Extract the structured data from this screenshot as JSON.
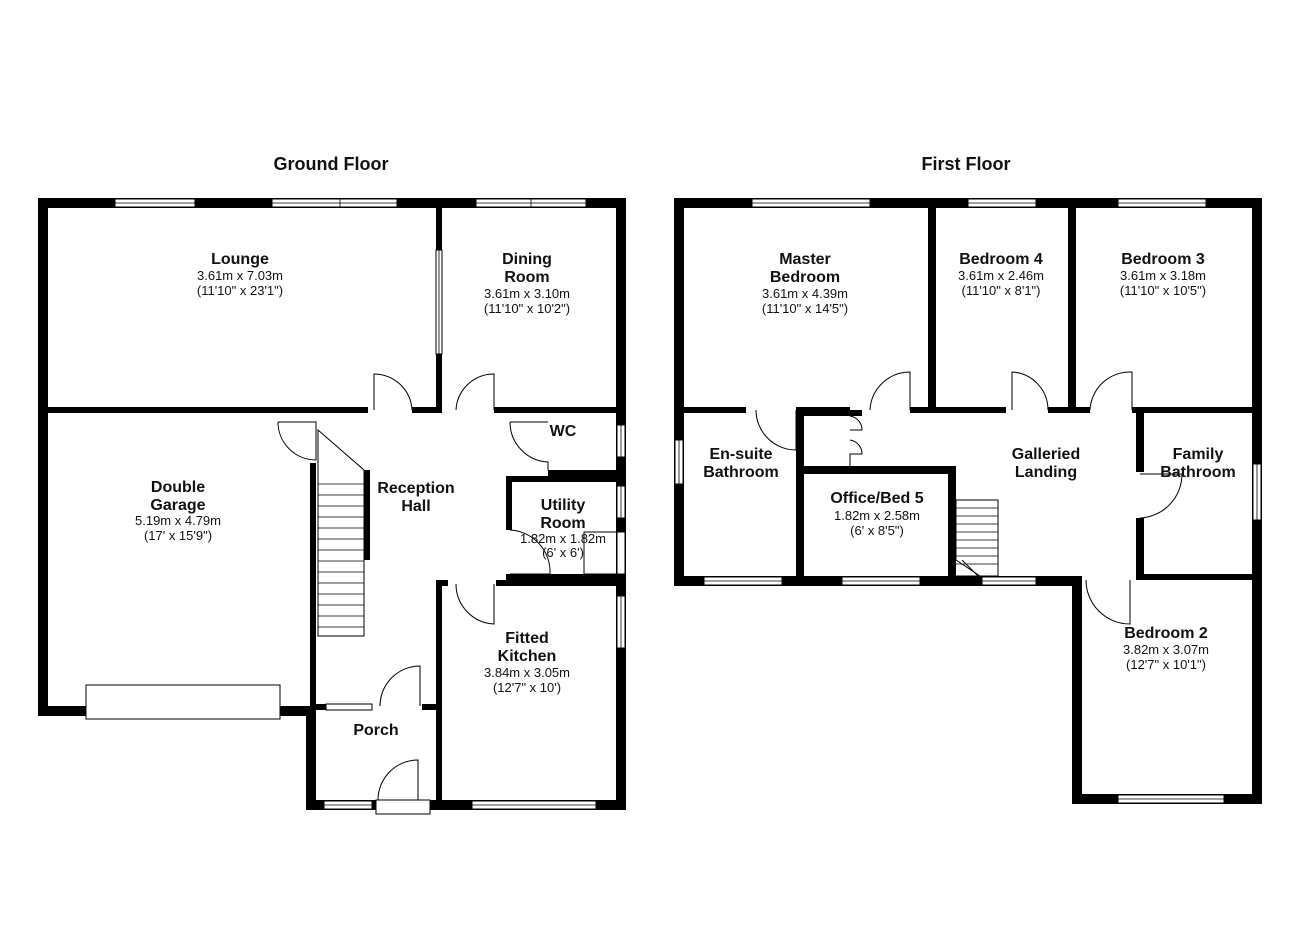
{
  "floors": {
    "ground": {
      "title": "Ground Floor",
      "rooms": {
        "lounge": {
          "name": [
            "Lounge"
          ],
          "metric": "3.61m x 7.03m",
          "imperial": "(11'10\" x 23'1\")"
        },
        "dining": {
          "name": [
            "Dining",
            "Room"
          ],
          "metric": "3.61m x 3.10m",
          "imperial": "(11'10\" x 10'2\")"
        },
        "wc": {
          "name": [
            "WC"
          ]
        },
        "reception": {
          "name": [
            "Reception",
            "Hall"
          ]
        },
        "garage": {
          "name": [
            "Double",
            "Garage"
          ],
          "metric": "5.19m x 4.79m",
          "imperial": "(17' x 15'9\")"
        },
        "utility": {
          "name": [
            "Utility",
            "Room"
          ],
          "metric": "1.82m x 1.82m",
          "imperial": "(6' x 6')"
        },
        "kitchen": {
          "name": [
            "Fitted",
            "Kitchen"
          ],
          "metric": "3.84m x 3.05m",
          "imperial": "(12'7\" x 10')"
        },
        "porch": {
          "name": [
            "Porch"
          ]
        }
      }
    },
    "first": {
      "title": "First Floor",
      "rooms": {
        "master": {
          "name": [
            "Master",
            "Bedroom"
          ],
          "metric": "3.61m x 4.39m",
          "imperial": "(11'10\" x 14'5\")"
        },
        "bed4": {
          "name": [
            "Bedroom 4"
          ],
          "metric": "3.61m x 2.46m",
          "imperial": "(11'10\" x 8'1\")"
        },
        "bed3": {
          "name": [
            "Bedroom 3"
          ],
          "metric": "3.61m x 3.18m",
          "imperial": "(11'10\" x 10'5\")"
        },
        "ensuite": {
          "name": [
            "En-suite",
            "Bathroom"
          ]
        },
        "landing": {
          "name": [
            "Galleried",
            "Landing"
          ]
        },
        "family_bath": {
          "name": [
            "Family",
            "Bathroom"
          ]
        },
        "office": {
          "name": [
            "Office/Bed 5"
          ],
          "metric": "1.82m x 2.58m",
          "imperial": "(6' x 8'5\")"
        },
        "bed2": {
          "name": [
            "Bedroom 2"
          ],
          "metric": "3.82m x 3.07m",
          "imperial": "(12'7\" x 10'1\")"
        }
      }
    }
  }
}
